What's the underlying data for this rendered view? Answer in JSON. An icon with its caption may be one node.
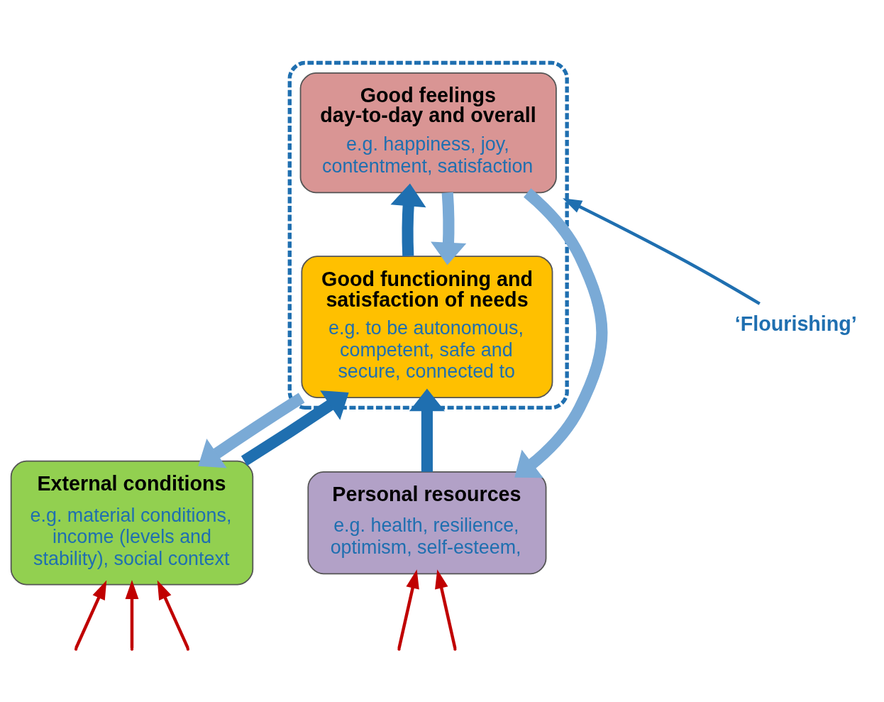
{
  "diagram": {
    "nodes": [
      {
        "text": [],
        "shape": "box"
      },
      {
        "text": [
          "Good feelings day-to-day and overall",
          "e.g. happiness, joy, contentment, satisfaction"
        ],
        "in": 0
      },
      {
        "text": [
          "Good functioning and satisfaction of needs",
          "e.g. to be autonomous, competent, safe and secure, connected to"
        ],
        "in": 0
      },
      {
        "text": [
          "External conditions",
          "e.g. material conditions, income (levels and stability), social context"
        ]
      },
      {
        "text": [
          "Personal resources",
          "e.g. health, resilience, optimism, self-esteem,"
        ]
      },
      {
        "text": [
          "‘Flourishing’"
        ]
      }
    ],
    "edges": [
      {
        "from": 2,
        "to": 1,
        "arrow": "to",
        "style": "thick",
        "color": "#1f6fb0"
      },
      {
        "from": 1,
        "to": 4,
        "arrow": "to",
        "style": "thick",
        "color": "#7aaad6"
      },
      {
        "from": 1,
        "to": 2,
        "arrow": "to",
        "style": "thick",
        "color": "#7aaad6"
      },
      {
        "from": 2,
        "to": 3,
        "arrow": "to",
        "style": "thick",
        "color": "#7aaad6"
      },
      {
        "from": 3,
        "to": 2,
        "arrow": "to",
        "style": "thick",
        "color": "#1f6fb0"
      },
      {
        "from": 4,
        "to": 2,
        "arrow": "to",
        "style": "thick",
        "color": "#1f6fb0"
      },
      {
        "from": 5,
        "to": 0,
        "arrow": "to",
        "color": "#1f6fb0"
      },
      {
        "from": null,
        "to": 3,
        "arrow": "to"
      },
      {
        "from": null,
        "to": 4,
        "arrow": "to"
      },
      {
        "from": null,
        "to": 3,
        "arrow": "to"
      },
      {
        "from": null,
        "to": 3,
        "arrow": "to"
      },
      {
        "from": null,
        "to": 4,
        "arrow": "to"
      }
    ]
  }
}
